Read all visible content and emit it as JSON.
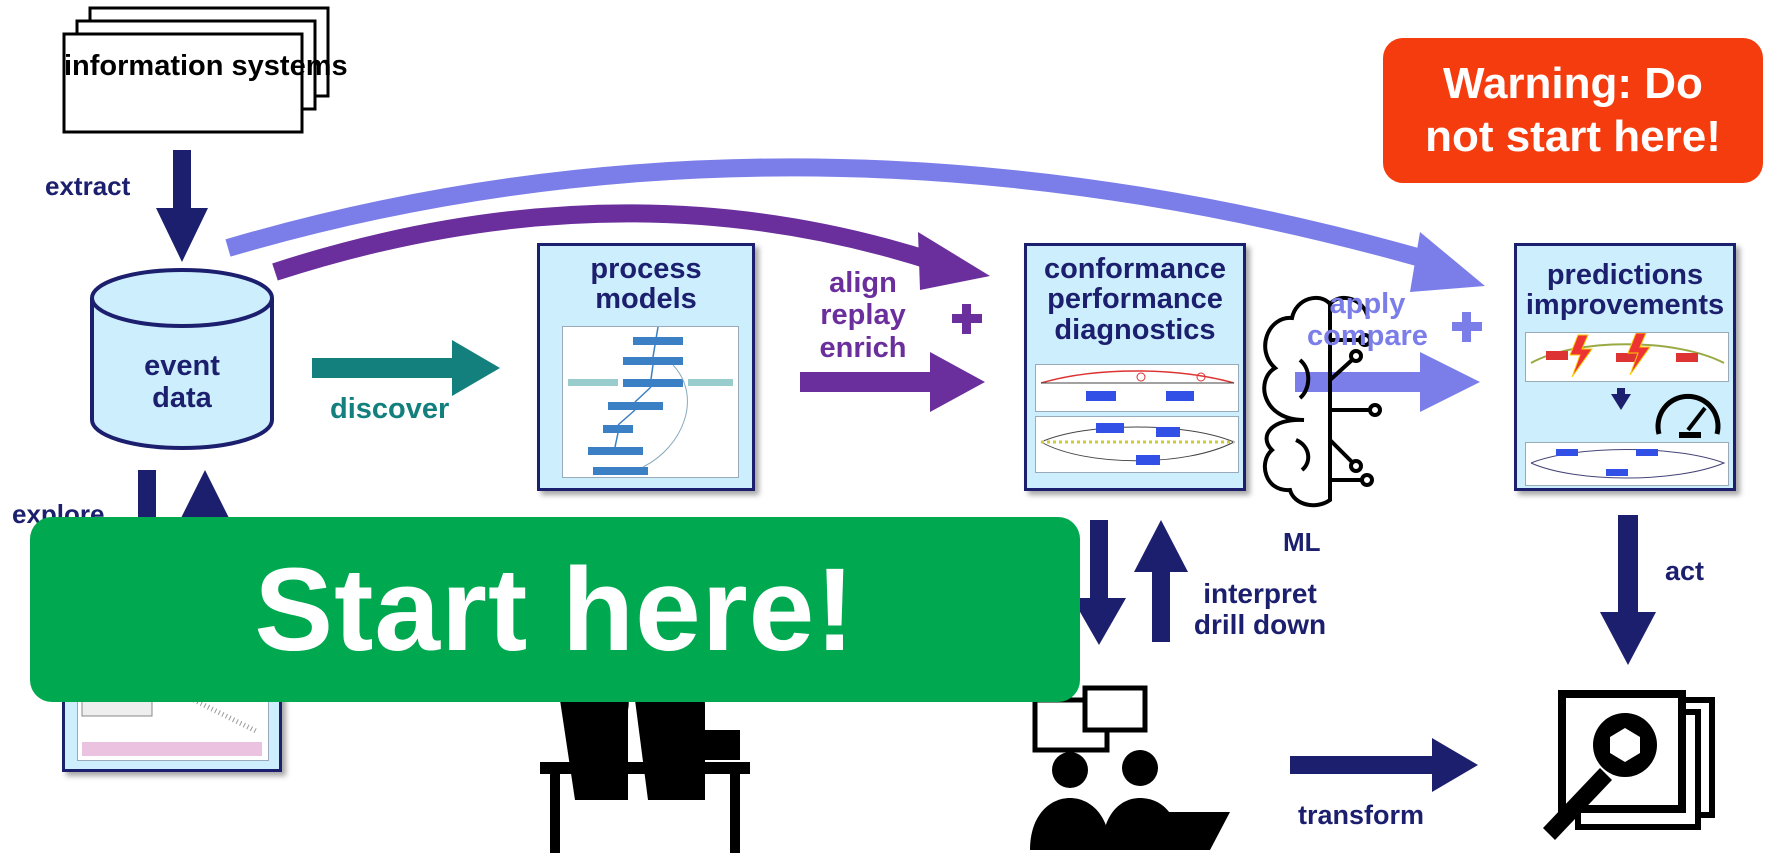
{
  "colors": {
    "navy": "#1b1f6e",
    "teal": "#13807e",
    "purple": "#6a2f9c",
    "lavender": "#7b7ee8",
    "panel_fill": "#cdeefc",
    "start_banner": "#00a84f",
    "warning_banner": "#f53c0f"
  },
  "nodes": {
    "information_systems": "information systems",
    "event_data": "event data",
    "process_models": "process models",
    "conformance": [
      "conformance",
      "performance",
      "diagnostics"
    ],
    "predictions": [
      "predictions",
      "improvements"
    ],
    "ml": "ML"
  },
  "edges": {
    "extract": "extract",
    "explore": "explore",
    "discover": "discover",
    "align": [
      "align",
      "replay",
      "enrich"
    ],
    "apply": [
      "apply",
      "compare"
    ],
    "interpret": [
      "interpret",
      "drill down"
    ],
    "act": "act",
    "transform": "transform",
    "plus": "+"
  },
  "banners": {
    "start": "Start here!",
    "warning": [
      "Warning: Do",
      "not start here!"
    ]
  },
  "icons": [
    "document-stack-icon",
    "database-icon",
    "brain-circuit-icon",
    "speedometer-icon",
    "lightning-icon",
    "analysts-at-desk-icon",
    "meeting-people-icon",
    "wrench-tool-icon"
  ]
}
